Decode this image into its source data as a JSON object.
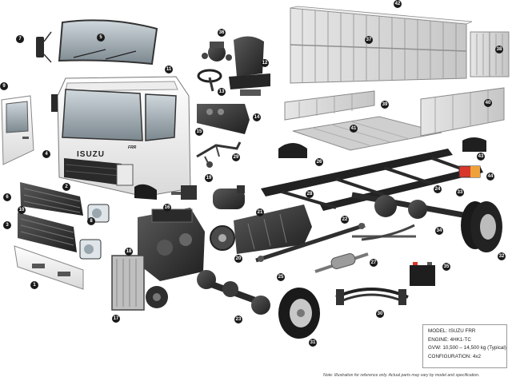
{
  "callouts": [
    "1",
    "2",
    "3",
    "4",
    "5",
    "6",
    "7",
    "8",
    "9",
    "10",
    "11",
    "12",
    "13",
    "14",
    "15",
    "16",
    "17",
    "18",
    "19",
    "20",
    "21",
    "22",
    "23",
    "24",
    "25",
    "26",
    "27",
    "28",
    "29",
    "30",
    "31",
    "32",
    "33",
    "34",
    "35",
    "36",
    "37",
    "38",
    "39",
    "40",
    "41",
    "42",
    "43",
    "44"
  ],
  "callout_list": [
    {
      "n": "1"
    },
    {
      "n": "2"
    },
    {
      "n": "3"
    },
    {
      "n": "4"
    },
    {
      "n": "5"
    },
    {
      "n": "6"
    },
    {
      "n": "7"
    },
    {
      "n": "8"
    },
    {
      "n": "9"
    },
    {
      "n": "10"
    },
    {
      "n": "11"
    },
    {
      "n": "12"
    },
    {
      "n": "13"
    },
    {
      "n": "14"
    },
    {
      "n": "15"
    },
    {
      "n": "16"
    },
    {
      "n": "17"
    },
    {
      "n": "18"
    },
    {
      "n": "19"
    },
    {
      "n": "20"
    },
    {
      "n": "21"
    },
    {
      "n": "22"
    },
    {
      "n": "23"
    },
    {
      "n": "24"
    },
    {
      "n": "25"
    },
    {
      "n": "26"
    },
    {
      "n": "27"
    },
    {
      "n": "28"
    },
    {
      "n": "29"
    },
    {
      "n": "30"
    },
    {
      "n": "31"
    },
    {
      "n": "32"
    },
    {
      "n": "33"
    },
    {
      "n": "34"
    },
    {
      "n": "35"
    },
    {
      "n": "36"
    },
    {
      "n": "37"
    },
    {
      "n": "38"
    },
    {
      "n": "39"
    },
    {
      "n": "40"
    },
    {
      "n": "41"
    },
    {
      "n": "42"
    },
    {
      "n": "43"
    },
    {
      "n": "44"
    }
  ],
  "cab_brand": "ISUZU",
  "cab_badge": "FRR",
  "spec": {
    "model": "MODEL: ISUZU FRR",
    "engine": "ENGINE: 4HK1-TC",
    "gvw": "GVW: 10,500 – 14,500 kg (Typical)",
    "configuration": "CONFIGURATION: 4x2"
  },
  "note": "Note: Illustration for reference only. Actual parts may vary by model and specification.",
  "colors": {
    "callout": "#1a1a1a",
    "metal_dark": "#3a3a3a",
    "metal_light": "#d8d8d8",
    "cab_white": "#f4f4f4",
    "tail_red": "#d9372b",
    "tail_amber": "#f0a23a"
  }
}
